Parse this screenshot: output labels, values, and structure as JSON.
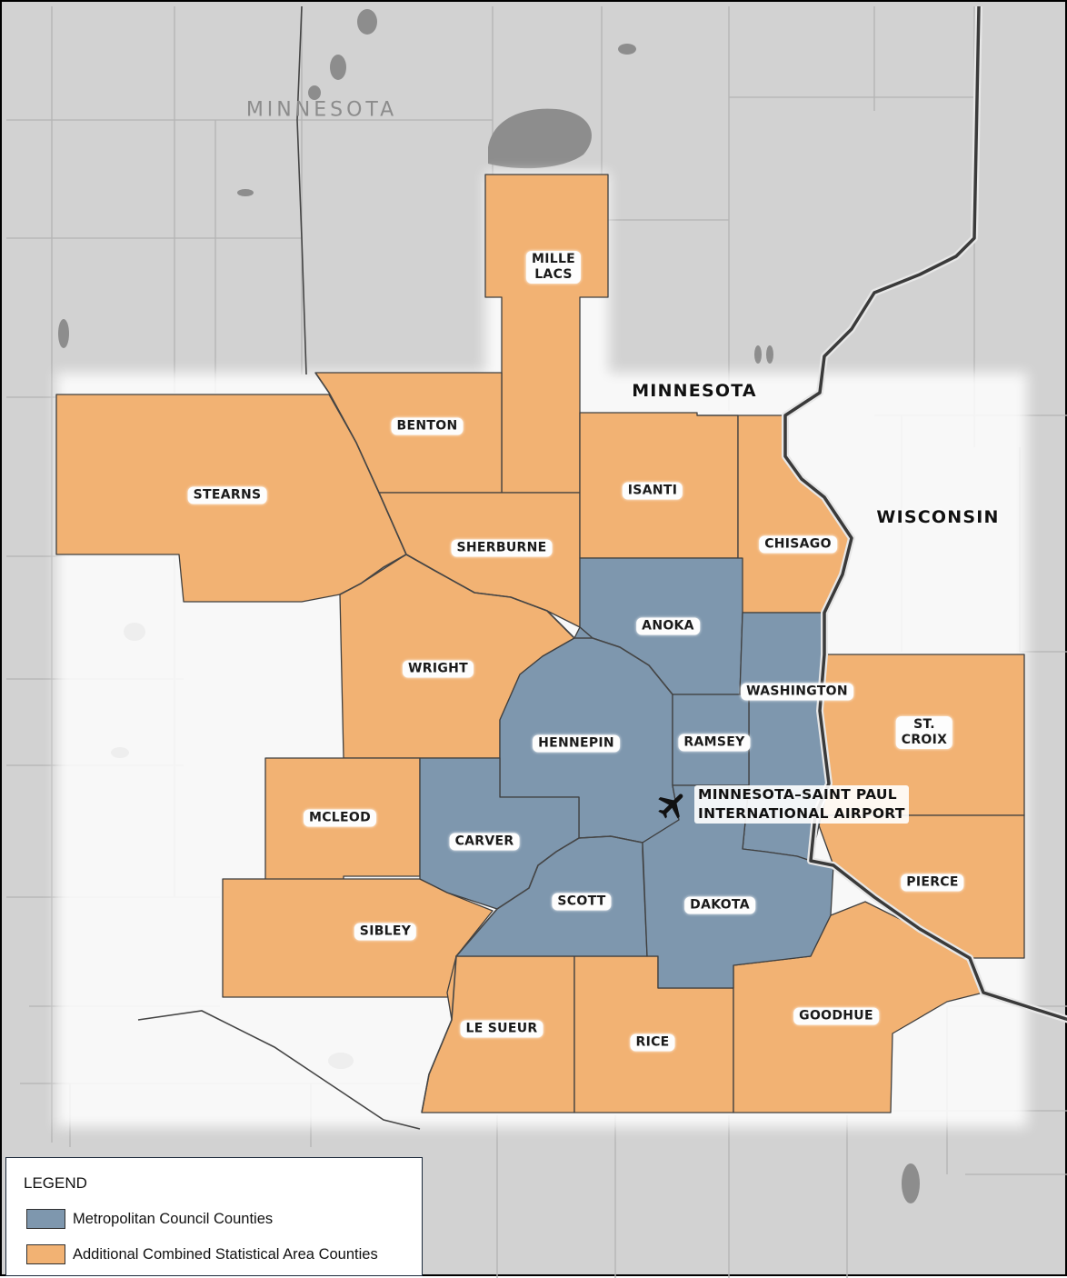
{
  "colors": {
    "background": "#d2d2d2",
    "metro": "#7e97ae",
    "additional": "#f2b273",
    "county_border": "#3f3f3f",
    "state_border": "#3a3a3a",
    "water": "#8d8d8d"
  },
  "map": {
    "state_labels": [
      "MINNESOTA",
      "WISCONSIN"
    ],
    "faint_state_label": "MINNESOTA",
    "airport_label": "MINNESOTA–SAINT PAUL\nINTERNATIONAL AIRPORT",
    "airport_icon": "airplane-icon"
  },
  "counties": [
    {
      "id": "mille-lacs",
      "name": "MILLE\nLACS",
      "group": "additional"
    },
    {
      "id": "benton",
      "name": "BENTON",
      "group": "additional"
    },
    {
      "id": "stearns",
      "name": "STEARNS",
      "group": "additional"
    },
    {
      "id": "sherburne",
      "name": "SHERBURNE",
      "group": "additional"
    },
    {
      "id": "isanti",
      "name": "ISANTI",
      "group": "additional"
    },
    {
      "id": "chisago",
      "name": "CHISAGO",
      "group": "additional"
    },
    {
      "id": "wright",
      "name": "WRIGHT",
      "group": "additional"
    },
    {
      "id": "anoka",
      "name": "ANOKA",
      "group": "metro"
    },
    {
      "id": "washington",
      "name": "WASHINGTON",
      "group": "metro"
    },
    {
      "id": "hennepin",
      "name": "HENNEPIN",
      "group": "metro"
    },
    {
      "id": "ramsey",
      "name": "RAMSEY",
      "group": "metro"
    },
    {
      "id": "st-croix",
      "name": "ST.\nCROIX",
      "group": "additional"
    },
    {
      "id": "mcleod",
      "name": "MCLEOD",
      "group": "additional"
    },
    {
      "id": "carver",
      "name": "CARVER",
      "group": "metro"
    },
    {
      "id": "scott",
      "name": "SCOTT",
      "group": "metro"
    },
    {
      "id": "dakota",
      "name": "DAKOTA",
      "group": "metro"
    },
    {
      "id": "pierce",
      "name": "PIERCE",
      "group": "additional"
    },
    {
      "id": "sibley",
      "name": "SIBLEY",
      "group": "additional"
    },
    {
      "id": "le-sueur",
      "name": "LE SUEUR",
      "group": "additional"
    },
    {
      "id": "rice",
      "name": "RICE",
      "group": "additional"
    },
    {
      "id": "goodhue",
      "name": "GOODHUE",
      "group": "additional"
    }
  ],
  "legend": {
    "title": "LEGEND",
    "items": [
      {
        "label": "Metropolitan Council Counties",
        "color": "#7e97ae"
      },
      {
        "label": "Additional Combined Statistical Area Counties",
        "color": "#f2b273"
      }
    ]
  }
}
